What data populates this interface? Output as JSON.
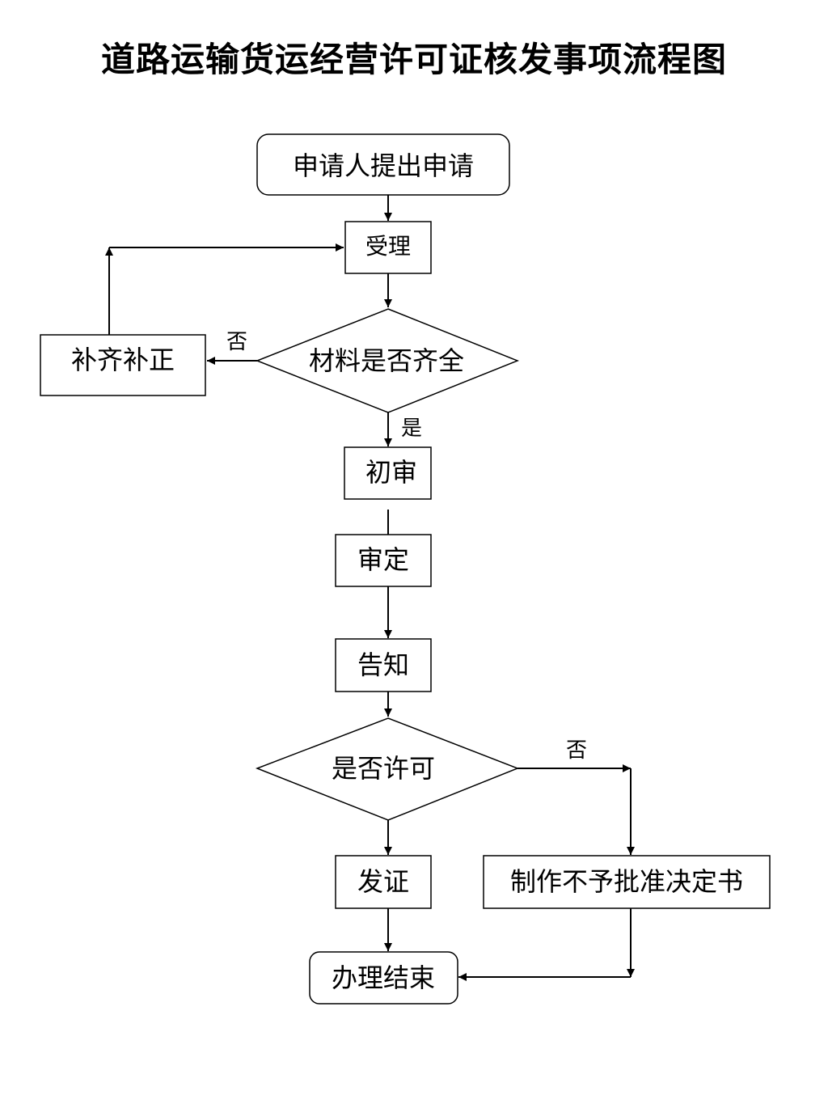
{
  "title": "道路运输货运经营许可证核发事项流程图",
  "nodes": {
    "start": "申请人提出申请",
    "accept": "受理",
    "check_materials": "材料是否齐全",
    "supplement": "补齐补正",
    "preliminary_review": "初审",
    "decision": "审定",
    "notify": "告知",
    "permit_decision": "是否许可",
    "issue_license": "发证",
    "refusal_document": "制作不予批准决定书",
    "end": "办理结束"
  },
  "edge_labels": {
    "materials_no": "否",
    "materials_yes": "是",
    "permit_no": "否"
  }
}
